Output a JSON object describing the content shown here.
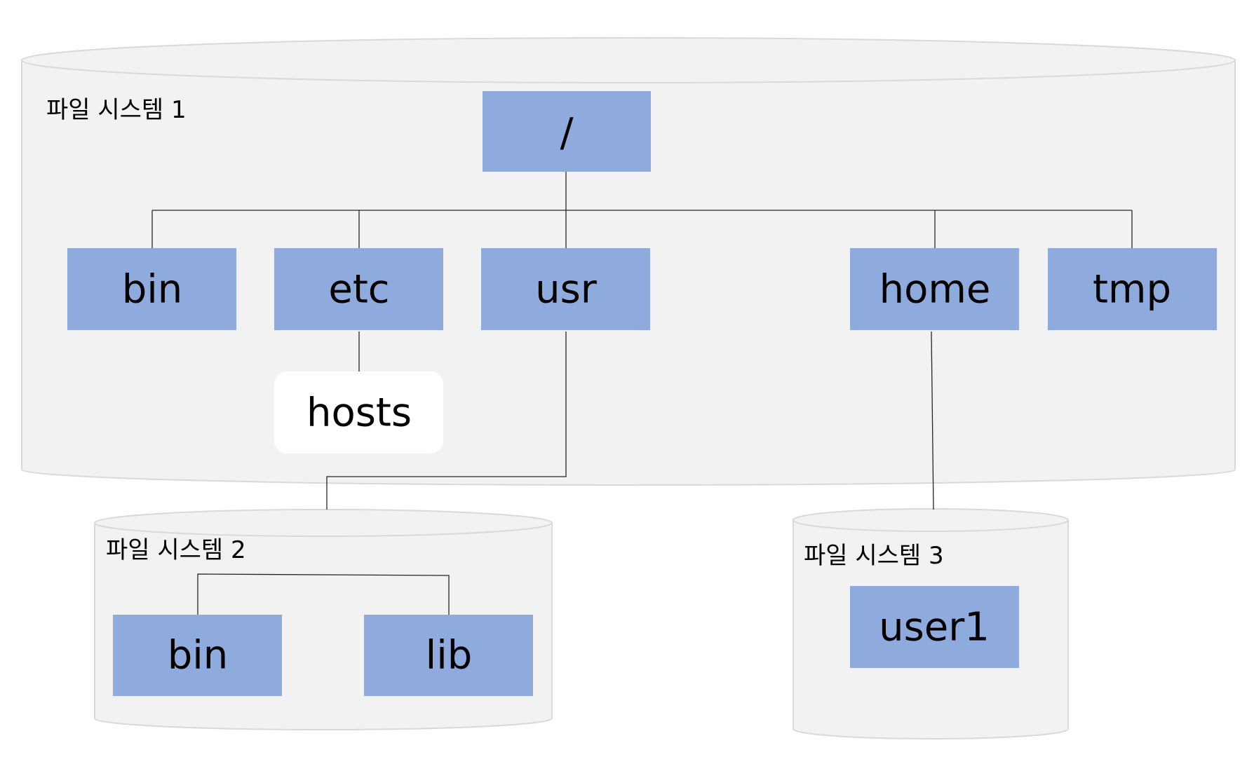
{
  "filesystems": {
    "fs1": {
      "label": "파일 시스템 1"
    },
    "fs2": {
      "label": "파일 시스템 2"
    },
    "fs3": {
      "label": "파일 시스템 3"
    }
  },
  "nodes": {
    "root": "/",
    "bin": "bin",
    "etc": "etc",
    "usr": "usr",
    "home": "home",
    "tmp": "tmp",
    "hosts": "hosts",
    "fs2_bin": "bin",
    "fs2_lib": "lib",
    "user1": "user1"
  }
}
